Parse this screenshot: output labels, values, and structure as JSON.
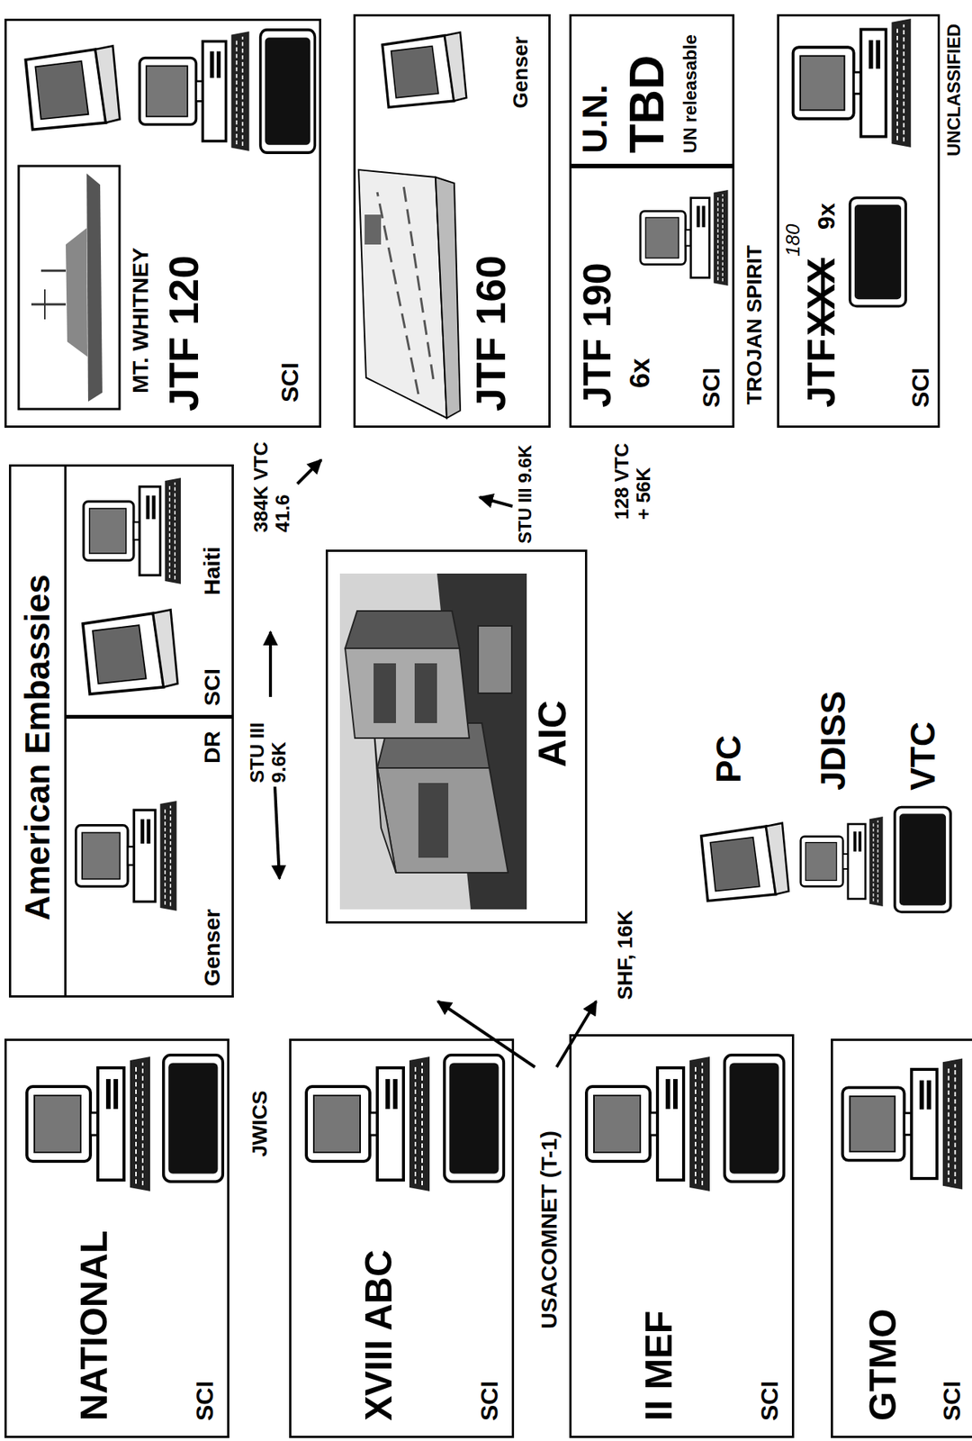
{
  "diagram": {
    "nodes": [
      {
        "text": [
          "NATIONAL",
          "SCI"
        ]
      },
      {
        "text": [
          "XVIII ABC",
          "SCI"
        ]
      },
      {
        "text": [
          "II MEF",
          "SCI"
        ]
      },
      {
        "text": [
          "GTMO",
          "SCI"
        ]
      },
      {
        "text": [
          "American Embassies"
        ]
      },
      {
        "text": [
          "DR",
          "Genser"
        ],
        "in": 4
      },
      {
        "text": [
          "Haiti",
          "SCI"
        ],
        "in": 4
      },
      {
        "text": [
          "AIC"
        ]
      },
      {
        "text": [
          "MT. WHITNEY",
          "JTF 120",
          "SCI"
        ]
      },
      {
        "text": [
          "JTF 160",
          "Genser"
        ]
      },
      {
        "text": [
          "JTF 190",
          "6x",
          "SCI"
        ]
      },
      {
        "text": [
          "U.N.",
          "TBD",
          "UN releasable"
        ]
      },
      {
        "text": [
          "JTF",
          "XXX",
          "180",
          "9x",
          "SCI"
        ]
      }
    ],
    "edges": [
      {
        "from": 0,
        "to": 7,
        "arrow": "none"
      },
      {
        "from": 1,
        "to": 7,
        "arrow": "none"
      },
      {
        "from": 2,
        "to": 7,
        "arrow": "none"
      },
      {
        "from": 3,
        "to": 7,
        "arrow": "none"
      },
      {
        "from": 5,
        "to": 7,
        "arrow": "none"
      },
      {
        "from": 6,
        "to": 7,
        "arrow": "none"
      },
      {
        "from": 8,
        "to": 7,
        "arrow": "none"
      },
      {
        "from": 9,
        "to": 7,
        "arrow": "none"
      },
      {
        "from": 10,
        "to": 7,
        "arrow": "none"
      },
      {
        "from": 12,
        "to": 7,
        "arrow": "none"
      }
    ],
    "labels": [
      "JWICS",
      "USACOMNET (T-1)",
      "SHF, 16K",
      "STU III 9.6K",
      "384K VTC 41.6",
      "STU III 9.6K",
      "128 VTC + 56K",
      "TROJAN SPIRIT",
      "PC",
      "JDISS",
      "VTC",
      "UNCLASSIFIED"
    ]
  }
}
